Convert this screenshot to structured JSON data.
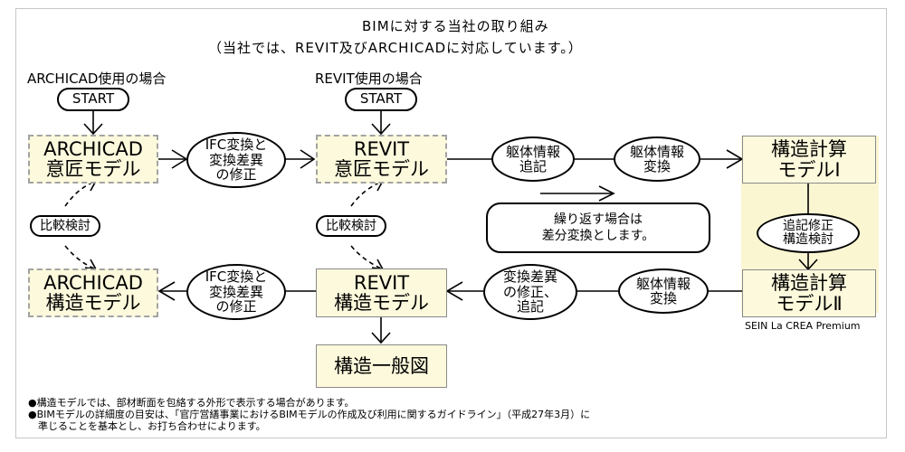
{
  "title": {
    "line1": "BIMに対する当社の取り組み",
    "line2": "（当社では、REVIT及びARCHICADに対応しています。）"
  },
  "sections": {
    "archicad": "ARCHICAD使用の場合",
    "revit": "REVIT使用の場合"
  },
  "nodes": {
    "start_archicad": "START",
    "start_revit": "START",
    "archicad_design": [
      "ARCHICAD",
      "意匠モデル"
    ],
    "ifc_top": [
      "IFC変換と",
      "変換差異",
      "の修正"
    ],
    "revit_design": [
      "REVIT",
      "意匠モデル"
    ],
    "frame_note": [
      "躯体情報",
      "追記"
    ],
    "frame_convert_top": [
      "躯体情報",
      "変換"
    ],
    "calc_model_1": [
      "構造計算",
      "モデルⅠ"
    ],
    "compare_left": "比較検討",
    "compare_right": "比較検討",
    "repeat_note": [
      "繰り返す場合は",
      "差分変換とします。"
    ],
    "append_check": [
      "追記修正",
      "構造検討"
    ],
    "archicad_struct": [
      "ARCHICAD",
      "構造モデル"
    ],
    "ifc_bottom": [
      "IFC変換と",
      "変換差異",
      "の修正"
    ],
    "revit_struct": [
      "REVIT",
      "構造モデル"
    ],
    "diff_fix": [
      "変換差異",
      "の修正、",
      "追記"
    ],
    "frame_convert_bottom": [
      "躯体情報",
      "変換"
    ],
    "calc_model_2": [
      "構造計算",
      "モデルⅡ"
    ],
    "general_drawing": "構造一般図",
    "software": "SEIN La CREA Premium"
  },
  "notes": [
    "●構造モデルでは、部材断面を包絡する外形で表示する場合があります。",
    "●BIMモデルの詳細度の目安は、「官庁営繕事業におけるBIMモデルの作成及び利用に関するガイドライン」（平成27年3月）に",
    "　準じることを基本とし、お打ち合わせによります。"
  ],
  "colors": {
    "node_fill": "#fdf9dc",
    "band_fill": "#fbf6d2",
    "dashed_border": "#a3a3a3",
    "line": "#000000"
  }
}
